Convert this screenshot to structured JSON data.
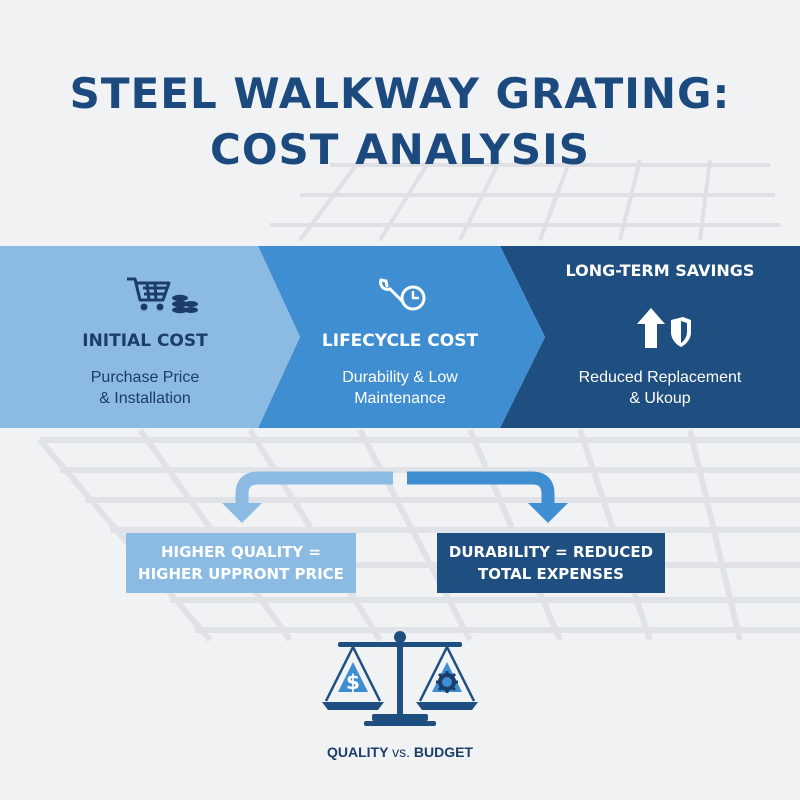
{
  "title": {
    "line1": "STEEL WALKWAY GRATING:",
    "line2": "COST ANALYSIS"
  },
  "stages": [
    {
      "heading": "INITIAL COST",
      "line1": "Purchase Price",
      "line2": "& Installation",
      "icon": "shopping-cart-coins-icon",
      "color": "#8bbbe2"
    },
    {
      "heading": "LIFECYCLE COST",
      "line1": "Durability & Low",
      "line2": "Maintenance",
      "icon": "wrench-clock-icon",
      "color": "#3f8ed1"
    },
    {
      "heading": "LONG-TERM SAVINGS",
      "line1": "Reduced Replacement",
      "line2": "& Ukoup",
      "icon": "arrow-up-shield-icon",
      "color": "#1f4e80"
    }
  ],
  "boxes": [
    {
      "line1": "HIGHER QUALITY =",
      "line2": "HIGHER UPPRONT PRICE",
      "color": "#8bbbe2"
    },
    {
      "line1": "DURABILITY = REDUCED",
      "line2": "TOTAL EXPENSES",
      "color": "#1f4e80"
    }
  ],
  "caption": {
    "left": "QUALITY",
    "vs": "vs.",
    "right": "BUDGET"
  },
  "scale_icons": {
    "left": "dollar-icon",
    "right": "gear-icon"
  }
}
